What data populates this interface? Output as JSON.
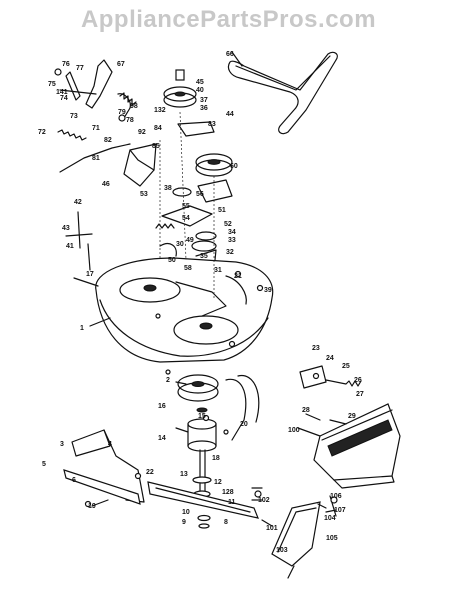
{
  "watermark": "AppliancePartsPros.com",
  "callouts": [
    "66",
    "76",
    "77",
    "67",
    "75",
    "141",
    "74",
    "79",
    "98",
    "73",
    "78",
    "92",
    "72",
    "82",
    "81",
    "71",
    "45",
    "40",
    "37",
    "36",
    "132",
    "83",
    "84",
    "85",
    "46",
    "44",
    "60",
    "38",
    "56",
    "55",
    "53",
    "54",
    "51",
    "52",
    "34",
    "33",
    "32",
    "31",
    "30",
    "49",
    "50",
    "58",
    "35",
    "42",
    "43",
    "41",
    "17",
    "1",
    "21",
    "39",
    "2",
    "16",
    "15",
    "14",
    "20",
    "18",
    "13",
    "12",
    "128",
    "11",
    "10",
    "9",
    "8",
    "3",
    "4",
    "5",
    "6",
    "19",
    "22",
    "23",
    "24",
    "25",
    "26",
    "27",
    "28",
    "29",
    "100",
    "102",
    "101",
    "103",
    "104",
    "105",
    "106",
    "107"
  ]
}
